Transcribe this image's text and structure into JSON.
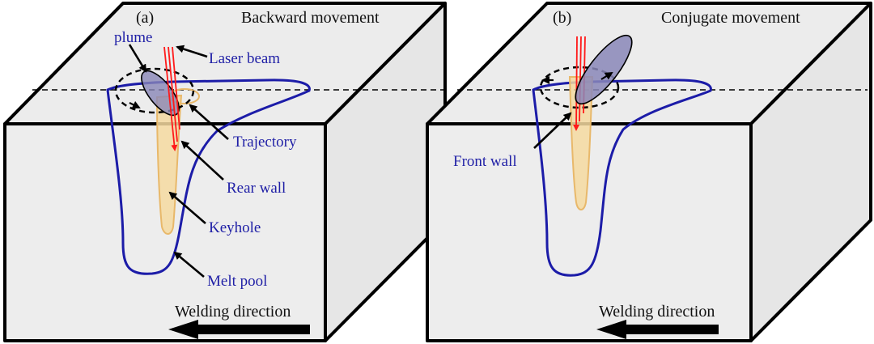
{
  "panels": [
    {
      "tag": "(a)",
      "title": "Backward movement",
      "labels": {
        "plume": "plume",
        "laser_beam": "Laser beam",
        "trajectory": "Trajectory",
        "rear_wall": "Rear wall",
        "keyhole": "Keyhole",
        "melt_pool": "Melt pool"
      },
      "direction": "Welding direction"
    },
    {
      "tag": "(b)",
      "title": "Conjugate movement",
      "labels": {
        "front_wall": "Front wall"
      },
      "direction": "Welding direction"
    }
  ],
  "colors": {
    "block_face": "#ececec",
    "block_edge": "#000000",
    "melt_pool": "#1c1ca8",
    "keyhole_fill": "#f4d9a0",
    "keyhole_edge": "#e8b86a",
    "laser": "#ff1a1a",
    "plume_fill": "#8a87b8",
    "label_blue": "#1f1fa6"
  }
}
